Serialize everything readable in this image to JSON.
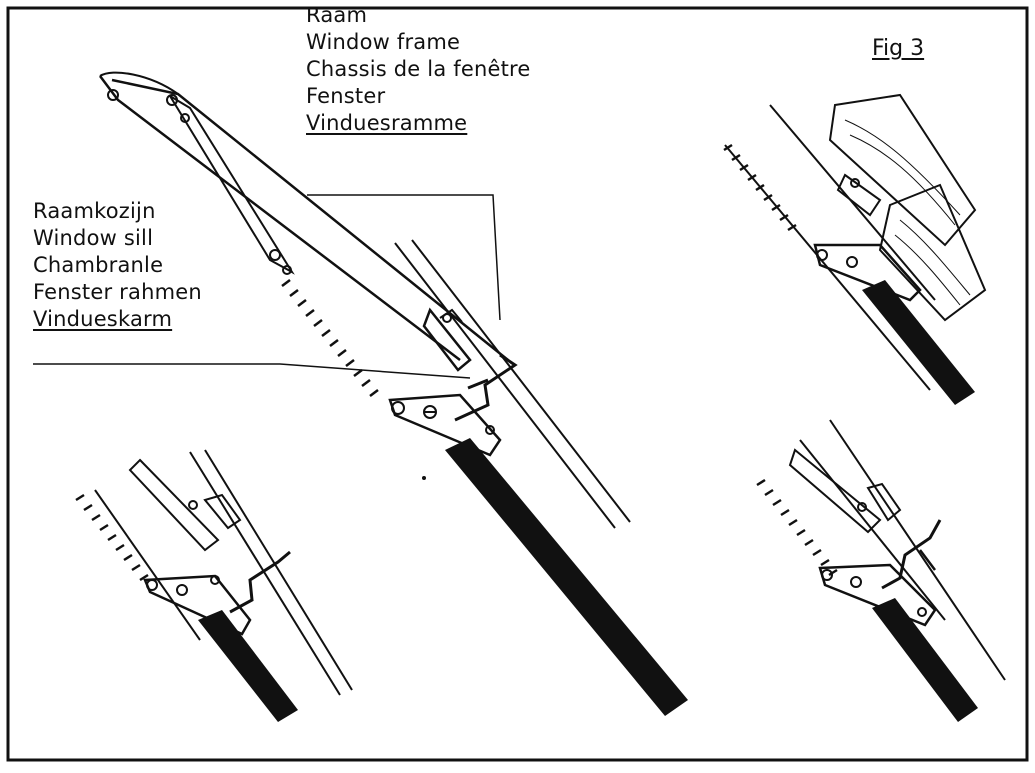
{
  "figure": {
    "title": "Fig 3"
  },
  "labels": {
    "window_frame": {
      "lines": [
        "Raam",
        "Window frame",
        "Chassis de la fenêtre",
        "Fenster",
        "Vinduesramme"
      ]
    },
    "window_sill": {
      "lines": [
        "Raamkozijn",
        "Window sill",
        "Chambranle",
        "Fenster rahmen",
        "Vindueskarm"
      ]
    }
  },
  "colors": {
    "ink": "#111111",
    "paper": "#ffffff"
  }
}
